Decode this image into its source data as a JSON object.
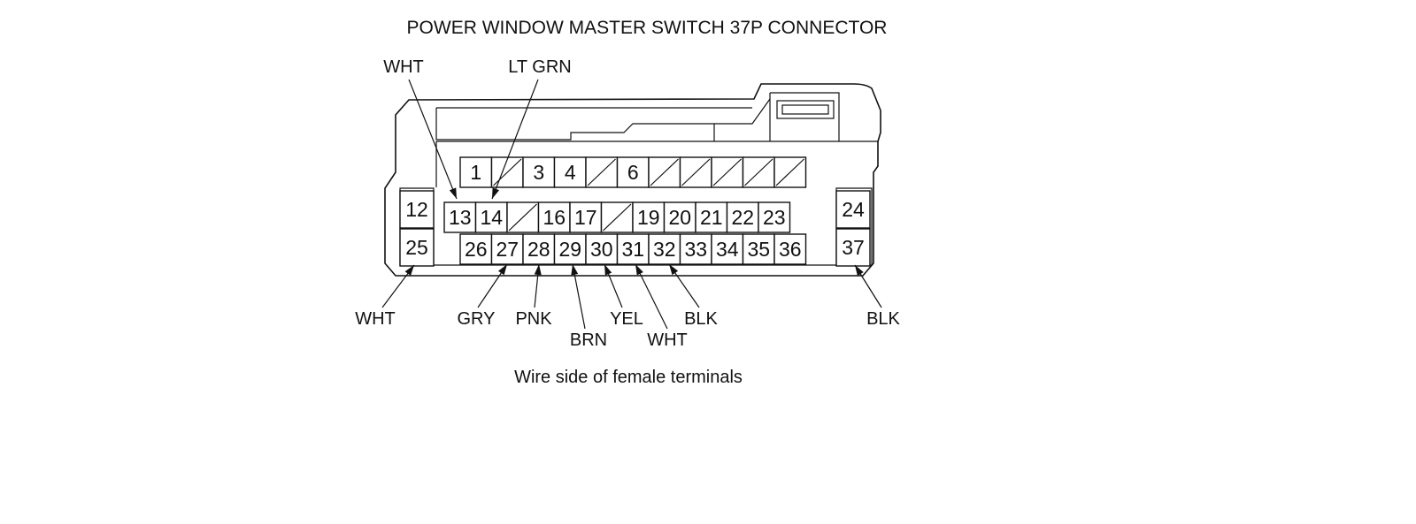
{
  "diagram": {
    "title": "POWER WINDOW MASTER SWITCH 37P CONNECTOR",
    "caption": "Wire side of female terminals",
    "rows": {
      "top": [
        "1",
        "",
        "3",
        "4",
        "",
        "6",
        "",
        "",
        "",
        "",
        ""
      ],
      "middle": [
        "13",
        "14",
        "",
        "16",
        "17",
        "",
        "19",
        "20",
        "21",
        "22",
        "23"
      ],
      "bottom": [
        "26",
        "27",
        "28",
        "29",
        "30",
        "31",
        "32",
        "33",
        "34",
        "35",
        "36"
      ],
      "left": [
        "12",
        "25"
      ],
      "right": [
        "24",
        "37"
      ]
    },
    "wires": [
      {
        "terminal": "13",
        "color": "WHT"
      },
      {
        "terminal": "14",
        "color": "LT GRN"
      },
      {
        "terminal": "25",
        "color": "WHT"
      },
      {
        "terminal": "27",
        "color": "GRY"
      },
      {
        "terminal": "28",
        "color": "PNK"
      },
      {
        "terminal": "29",
        "color": "BRN"
      },
      {
        "terminal": "30",
        "color": "YEL"
      },
      {
        "terminal": "31",
        "color": "WHT"
      },
      {
        "terminal": "32",
        "color": "BLK"
      },
      {
        "terminal": "37",
        "color": "BLK"
      }
    ]
  }
}
